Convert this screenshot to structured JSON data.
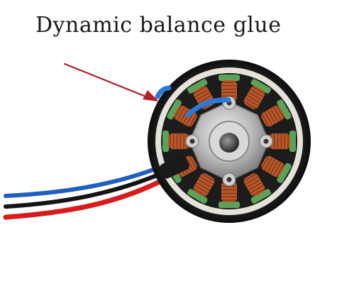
{
  "caption": "Dynamic balance glue",
  "colors": {
    "background": "#ffffff",
    "arrow": "#b3202a",
    "glue": "#2a7ad8",
    "insulation": "#5aa45a",
    "copper_winding": "#b8572a",
    "wire_red": "#d81a1a",
    "wire_black": "#141414",
    "wire_blue": "#1f5fc0"
  },
  "icons": [
    "arrow-pointer",
    "brushless-motor",
    "lead-wires"
  ]
}
